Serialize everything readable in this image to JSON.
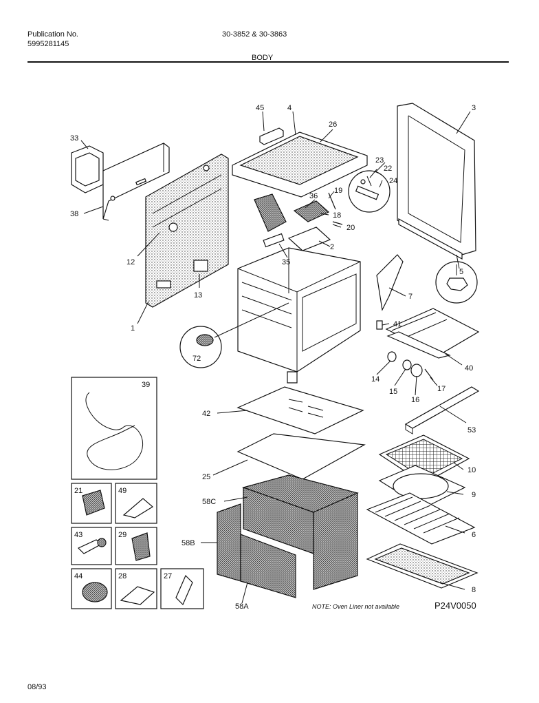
{
  "header": {
    "publication_label": "Publication No.",
    "publication_number": "5995281145",
    "models": "30-3852 & 30-3863",
    "section": "BODY"
  },
  "callouts": {
    "c1": "1",
    "c2": "2",
    "c3": "3",
    "c4": "4",
    "c5": "5",
    "c6": "6",
    "c7": "7",
    "c8": "8",
    "c9": "9",
    "c10": "10",
    "c12": "12",
    "c13": "13",
    "c14": "14",
    "c15": "15",
    "c16": "16",
    "c17": "17",
    "c18": "18",
    "c19": "19",
    "c20": "20",
    "c21": "21",
    "c22": "22",
    "c23": "23",
    "c24": "24",
    "c25": "25",
    "c26": "26",
    "c27": "27",
    "c28": "28",
    "c29": "29",
    "c33": "33",
    "c35": "35",
    "c36": "36",
    "c38": "38",
    "c39": "39",
    "c40": "40",
    "c41": "41",
    "c42": "42",
    "c43": "43",
    "c44": "44",
    "c45": "45",
    "c49": "49",
    "c53": "53",
    "c58a": "58A",
    "c58b": "58B",
    "c58c": "58C",
    "c72": "72"
  },
  "note": "NOTE: Oven Liner not available",
  "diagram_code": "P24V0050",
  "footer_date": "08/93"
}
